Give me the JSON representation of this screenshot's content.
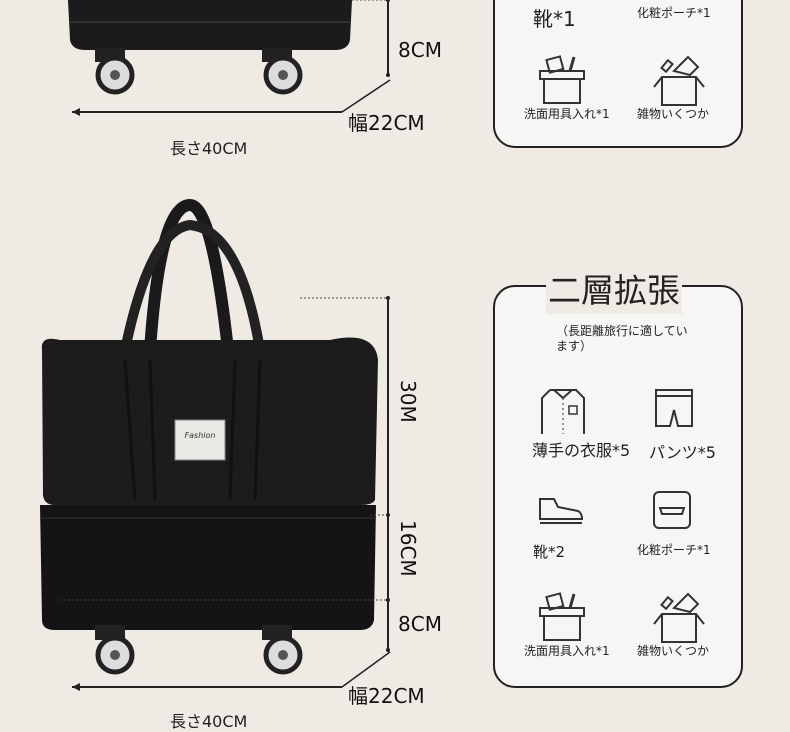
{
  "top_panel": {
    "height_label": "8CM",
    "width_label": "幅22CM",
    "length_label": "長さ40CM",
    "items": [
      {
        "label": "靴*1",
        "icon": "shoe-icon"
      },
      {
        "label": "化粧ポーチ*1",
        "icon": "pouch-icon"
      },
      {
        "label": "洗面用具入れ*1",
        "icon": "toiletry-box-icon"
      },
      {
        "label": "雑物いくつか",
        "icon": "open-box-icon"
      }
    ]
  },
  "bottom_panel": {
    "bag_label_text": "Fashion",
    "dimensions": {
      "upper": "30M",
      "expansion": "16CM",
      "wheels": "8CM",
      "width": "幅22CM",
      "length": "長さ40CM"
    },
    "card": {
      "title": "二層拡張",
      "subtitle": "（長距離旅行に適しています）",
      "items": [
        {
          "label": "薄手の衣服*5",
          "icon": "shirt-icon"
        },
        {
          "label": "パンツ*5",
          "icon": "shorts-icon"
        },
        {
          "label": "靴*2",
          "icon": "shoe-icon"
        },
        {
          "label": "化粧ポーチ*1",
          "icon": "pouch-icon"
        },
        {
          "label": "洗面用具入れ*1",
          "icon": "toiletry-box-icon"
        },
        {
          "label": "雑物いくつか",
          "icon": "open-box-icon"
        }
      ]
    }
  }
}
